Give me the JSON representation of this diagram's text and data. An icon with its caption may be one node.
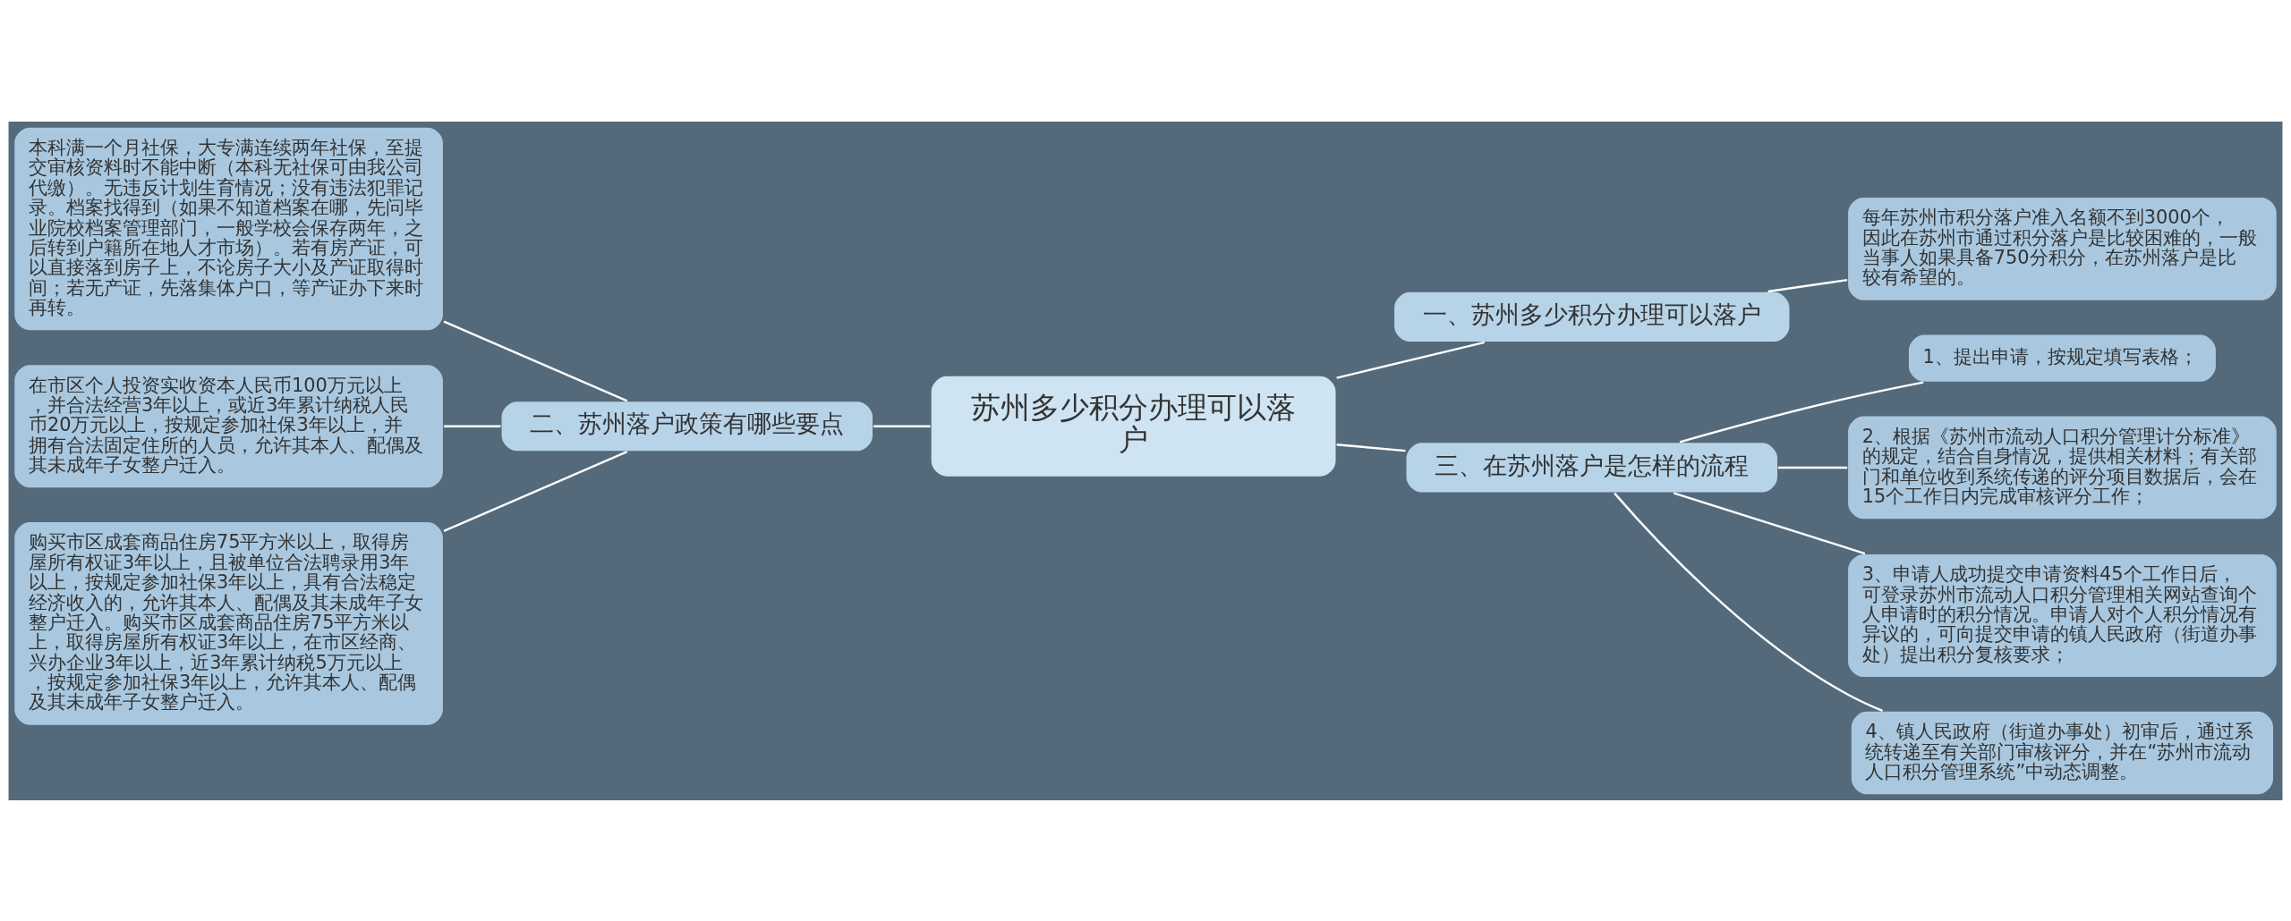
{
  "diagram": {
    "nodes": [
      {
        "text": [
          "苏州多少积分办理可以落户"
        ]
      },
      {
        "text": [
          "一、苏州多少积分办理可以落户"
        ]
      },
      {
        "text": [
          "每年苏州市积分落户准入名额不到3000个，因此在苏州市通过积分落户是比较困难的，一般当事人如果具备750分积分，在苏州落户是比较有希望的。"
        ]
      },
      {
        "text": [
          "二、苏州落户政策有哪些要点"
        ]
      },
      {
        "text": [
          "本科满一个月社保，大专满连续两年社保，至提交审核资料时不能中断（本科无社保可由我公司代缴）。无违反计划生育情况；没有违法犯罪记录。档案找得到（如果不知道档案在哪，先问毕业院校档案管理部门，一般学校会保存两年，之后转到户籍所在地人才市场）。若有房产证，可以直接落到房子上，不论房子大小及产证取得时间；若无产证，先落集体户口，等产证办下来时再转。"
        ]
      },
      {
        "text": [
          "在市区个人投资实收资本人民币100万元以上，并合法经营3年以上，或近3年累计纳税人民币20万元以上，按规定参加社保3年以上，并拥有合法固定住所的人员，允许其本人、配偶及其未成年子女整户迁入。"
        ]
      },
      {
        "text": [
          "购买市区成套商品住房75平方米以上，取得房屋所有权证3年以上，且被单位合法聘录用3年以上，按规定参加社保3年以上，具有合法稳定经济收入的，允许其本人、配偶及其未成年子女整户迁入。购买市区成套商品住房75平方米以上，取得房屋所有权证3年以上，在市区经商、兴办企业3年以上，近3年累计纳税5万元以上，按规定参加社保3年以上，允许其本人、配偶及其未成年子女整户迁入。"
        ]
      },
      {
        "text": [
          "三、在苏州落户是怎样的流程"
        ]
      },
      {
        "text": [
          "1、提出申请，按规定填写表格；"
        ]
      },
      {
        "text": [
          "2、根据《苏州市流动人口积分管理计分标准》的规定，结合自身情况，提供相关材料；有关部门和单位收到系统传递的评分项目数据后，会在15个工作日内完成审核评分工作；"
        ]
      },
      {
        "text": [
          "3、申请人成功提交申请资料45个工作日后，可登录苏州市流动人口积分管理相关网站查询个人申请时的积分情况。申请人对个人积分情况有异议的，可向提交申请的镇人民政府（街道办事处）提出积分复核要求；"
        ]
      },
      {
        "text": [
          "4、镇人民政府（街道办事处）初审后，通过系统转递至有关部门审核评分，并在“苏州市流动人口积分管理系统”中动态调整。"
        ]
      }
    ],
    "edges": [
      {
        "from": 0,
        "to": 1,
        "arrow": "none"
      },
      {
        "from": 1,
        "to": 2,
        "arrow": "none"
      },
      {
        "from": 0,
        "to": 3,
        "arrow": "none"
      },
      {
        "from": 3,
        "to": 4,
        "arrow": "none"
      },
      {
        "from": 3,
        "to": 5,
        "arrow": "none"
      },
      {
        "from": 3,
        "to": 6,
        "arrow": "none"
      },
      {
        "from": 0,
        "to": 7,
        "arrow": "none"
      },
      {
        "from": 7,
        "to": 8,
        "arrow": "none"
      },
      {
        "from": 7,
        "to": 9,
        "arrow": "none"
      },
      {
        "from": 7,
        "to": 10,
        "arrow": "none"
      },
      {
        "from": 7,
        "to": 11,
        "arrow": "none"
      }
    ]
  }
}
